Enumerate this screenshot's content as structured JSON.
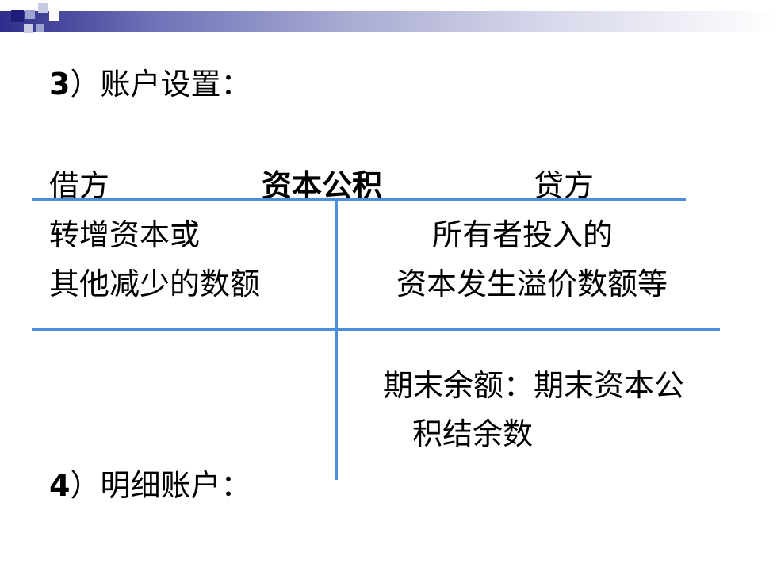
{
  "section3": {
    "number": "3",
    "title": "）账户设置："
  },
  "t_account": {
    "debit_label": "借方",
    "account_name": "资本公积",
    "credit_label": "贷方",
    "debit_lines": [
      "转增资本或",
      "其他减少的数额"
    ],
    "credit_lines": [
      "所有者投入的",
      "资本发生溢价数额等"
    ],
    "ending_balance_lines": [
      "期末余额：期末资本公",
      "积结余数"
    ]
  },
  "section4": {
    "number": "4",
    "title": "）明细账户："
  },
  "colors": {
    "accent_line": "#4a8fdd",
    "dark_navy": "#1e1e7a"
  }
}
